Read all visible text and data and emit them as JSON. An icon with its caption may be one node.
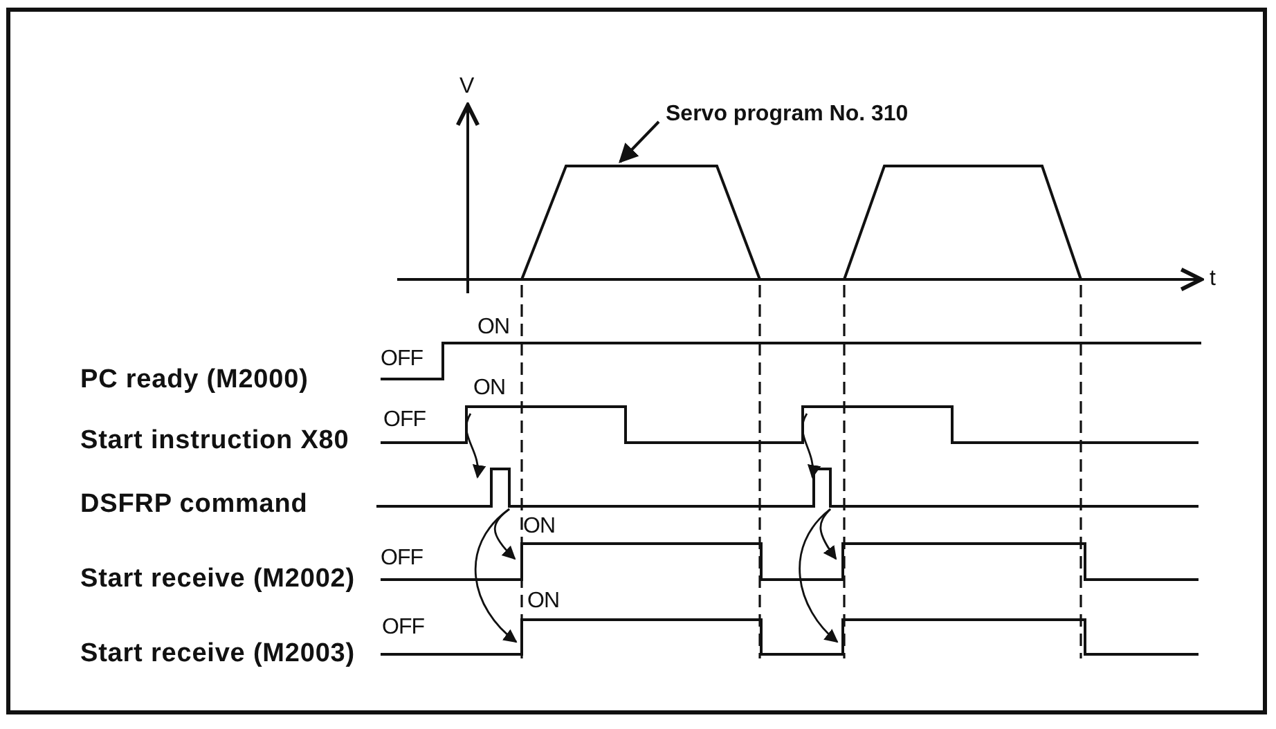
{
  "diagram": {
    "nodes": [
      {
        "text": [
          "Servo program No. 310"
        ]
      },
      {
        "text": [],
        "shape": "picture"
      }
    ],
    "edges": [
      {
        "from": 0,
        "to": 1,
        "arrow": "to"
      }
    ],
    "labels": [
      "V",
      "t",
      "ON",
      "OFF",
      "PC ready (M2000)",
      "ON",
      "OFF",
      "Start instruction X80",
      "DSFRP command",
      "ON",
      "OFF",
      "Start receive (M2002)",
      "ON",
      "OFF",
      "Start receive (M2003)"
    ]
  }
}
